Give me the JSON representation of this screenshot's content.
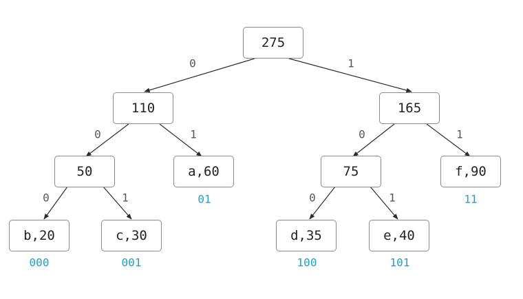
{
  "colors": {
    "node_border": "#8a8a8a",
    "edge": "#2b2b2b",
    "edge_label": "#555555",
    "code": "#1a9fd9"
  },
  "tree": {
    "root": {
      "label": "275"
    },
    "n110": {
      "label": "110"
    },
    "n165": {
      "label": "165"
    },
    "n50": {
      "label": "50"
    },
    "a": {
      "label": "a,60",
      "code": "01"
    },
    "n75": {
      "label": "75"
    },
    "f": {
      "label": "f,90",
      "code": "11"
    },
    "b": {
      "label": "b,20",
      "code": "000"
    },
    "c": {
      "label": "c,30",
      "code": "001"
    },
    "d": {
      "label": "d,35",
      "code": "100"
    },
    "e": {
      "label": "e,40",
      "code": "101"
    }
  },
  "edges": {
    "root_110": "0",
    "root_165": "1",
    "n110_50": "0",
    "n110_a": "1",
    "n165_75": "0",
    "n165_f": "1",
    "n50_b": "0",
    "n50_c": "1",
    "n75_d": "0",
    "n75_e": "1"
  }
}
